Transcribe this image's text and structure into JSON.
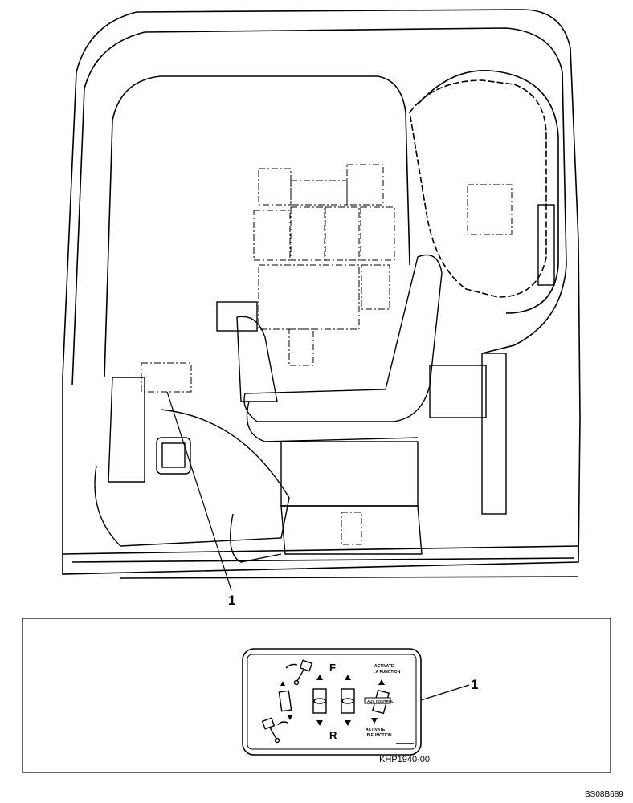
{
  "callouts": {
    "main_callout": "1",
    "detail_callout": "1"
  },
  "decal": {
    "forward": "F",
    "reverse": "R",
    "activate_a_line1": "ACTIVATE",
    "activate_a_line2": ":A FUNCTION",
    "activate_b_line1": "ACTIVATE",
    "activate_b_line2": ":B FUNCTION",
    "aux_control": "AUX CONTROL"
  },
  "detail_part_number": "KHP1940-00",
  "figure_id": "BS08B689"
}
